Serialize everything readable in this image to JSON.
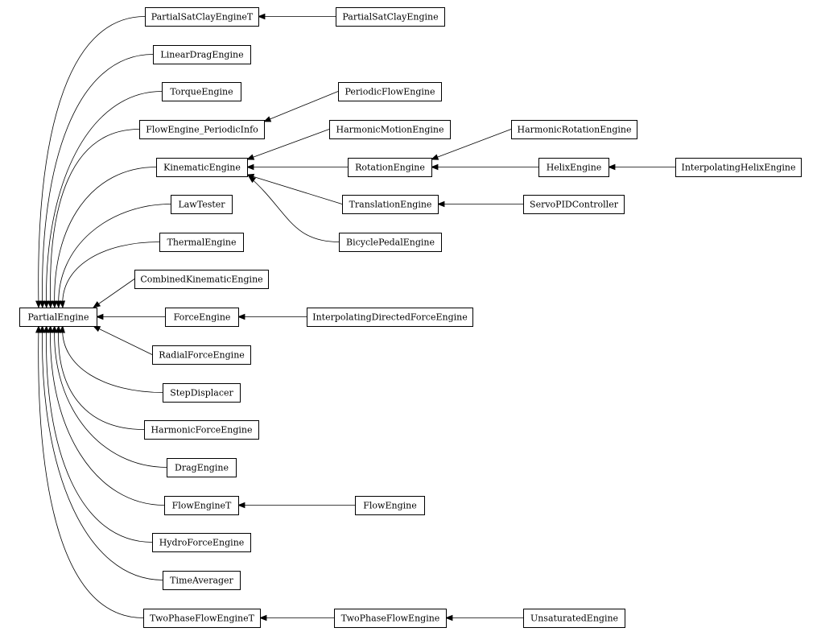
{
  "diagram": {
    "nodes": [
      {
        "id": "PartialEngine",
        "label": "PartialEngine"
      },
      {
        "id": "PartialSatClayEngineT",
        "label": "PartialSatClayEngineT"
      },
      {
        "id": "LinearDragEngine",
        "label": "LinearDragEngine"
      },
      {
        "id": "TorqueEngine",
        "label": "TorqueEngine"
      },
      {
        "id": "FlowEngine_PeriodicInfo",
        "label": "FlowEngine_PeriodicInfo"
      },
      {
        "id": "KinematicEngine",
        "label": "KinematicEngine"
      },
      {
        "id": "LawTester",
        "label": "LawTester"
      },
      {
        "id": "ThermalEngine",
        "label": "ThermalEngine"
      },
      {
        "id": "CombinedKinematicEngine",
        "label": "CombinedKinematicEngine"
      },
      {
        "id": "ForceEngine",
        "label": "ForceEngine"
      },
      {
        "id": "RadialForceEngine",
        "label": "RadialForceEngine"
      },
      {
        "id": "StepDisplacer",
        "label": "StepDisplacer"
      },
      {
        "id": "HarmonicForceEngine",
        "label": "HarmonicForceEngine"
      },
      {
        "id": "DragEngine",
        "label": "DragEngine"
      },
      {
        "id": "FlowEngineT",
        "label": "FlowEngineT"
      },
      {
        "id": "HydroForceEngine",
        "label": "HydroForceEngine"
      },
      {
        "id": "TimeAverager",
        "label": "TimeAverager"
      },
      {
        "id": "TwoPhaseFlowEngineT",
        "label": "TwoPhaseFlowEngineT"
      },
      {
        "id": "PartialSatClayEngine",
        "label": "PartialSatClayEngine"
      },
      {
        "id": "PeriodicFlowEngine",
        "label": "PeriodicFlowEngine"
      },
      {
        "id": "HarmonicMotionEngine",
        "label": "HarmonicMotionEngine"
      },
      {
        "id": "RotationEngine",
        "label": "RotationEngine"
      },
      {
        "id": "TranslationEngine",
        "label": "TranslationEngine"
      },
      {
        "id": "BicyclePedalEngine",
        "label": "BicyclePedalEngine"
      },
      {
        "id": "InterpolatingDirectedForceEngine",
        "label": "InterpolatingDirectedForceEngine"
      },
      {
        "id": "FlowEngine",
        "label": "FlowEngine"
      },
      {
        "id": "TwoPhaseFlowEngine",
        "label": "TwoPhaseFlowEngine"
      },
      {
        "id": "HarmonicRotationEngine",
        "label": "HarmonicRotationEngine"
      },
      {
        "id": "HelixEngine",
        "label": "HelixEngine"
      },
      {
        "id": "ServoPIDController",
        "label": "ServoPIDController"
      },
      {
        "id": "UnsaturatedEngine",
        "label": "UnsaturatedEngine"
      },
      {
        "id": "InterpolatingHelixEngine",
        "label": "InterpolatingHelixEngine"
      }
    ],
    "edges": [
      {
        "from": "PartialSatClayEngineT",
        "to": "PartialEngine"
      },
      {
        "from": "LinearDragEngine",
        "to": "PartialEngine"
      },
      {
        "from": "TorqueEngine",
        "to": "PartialEngine"
      },
      {
        "from": "FlowEngine_PeriodicInfo",
        "to": "PartialEngine"
      },
      {
        "from": "KinematicEngine",
        "to": "PartialEngine"
      },
      {
        "from": "LawTester",
        "to": "PartialEngine"
      },
      {
        "from": "ThermalEngine",
        "to": "PartialEngine"
      },
      {
        "from": "CombinedKinematicEngine",
        "to": "PartialEngine"
      },
      {
        "from": "ForceEngine",
        "to": "PartialEngine"
      },
      {
        "from": "RadialForceEngine",
        "to": "PartialEngine"
      },
      {
        "from": "StepDisplacer",
        "to": "PartialEngine"
      },
      {
        "from": "HarmonicForceEngine",
        "to": "PartialEngine"
      },
      {
        "from": "DragEngine",
        "to": "PartialEngine"
      },
      {
        "from": "FlowEngineT",
        "to": "PartialEngine"
      },
      {
        "from": "HydroForceEngine",
        "to": "PartialEngine"
      },
      {
        "from": "TimeAverager",
        "to": "PartialEngine"
      },
      {
        "from": "TwoPhaseFlowEngineT",
        "to": "PartialEngine"
      },
      {
        "from": "PartialSatClayEngine",
        "to": "PartialSatClayEngineT"
      },
      {
        "from": "PeriodicFlowEngine",
        "to": "FlowEngine_PeriodicInfo"
      },
      {
        "from": "HarmonicMotionEngine",
        "to": "KinematicEngine"
      },
      {
        "from": "RotationEngine",
        "to": "KinematicEngine"
      },
      {
        "from": "TranslationEngine",
        "to": "KinematicEngine"
      },
      {
        "from": "BicyclePedalEngine",
        "to": "KinematicEngine"
      },
      {
        "from": "InterpolatingDirectedForceEngine",
        "to": "ForceEngine"
      },
      {
        "from": "FlowEngine",
        "to": "FlowEngineT"
      },
      {
        "from": "TwoPhaseFlowEngine",
        "to": "TwoPhaseFlowEngineT"
      },
      {
        "from": "HarmonicRotationEngine",
        "to": "RotationEngine"
      },
      {
        "from": "HelixEngine",
        "to": "RotationEngine"
      },
      {
        "from": "ServoPIDController",
        "to": "TranslationEngine"
      },
      {
        "from": "UnsaturatedEngine",
        "to": "TwoPhaseFlowEngine"
      },
      {
        "from": "InterpolatingHelixEngine",
        "to": "HelixEngine"
      }
    ]
  }
}
